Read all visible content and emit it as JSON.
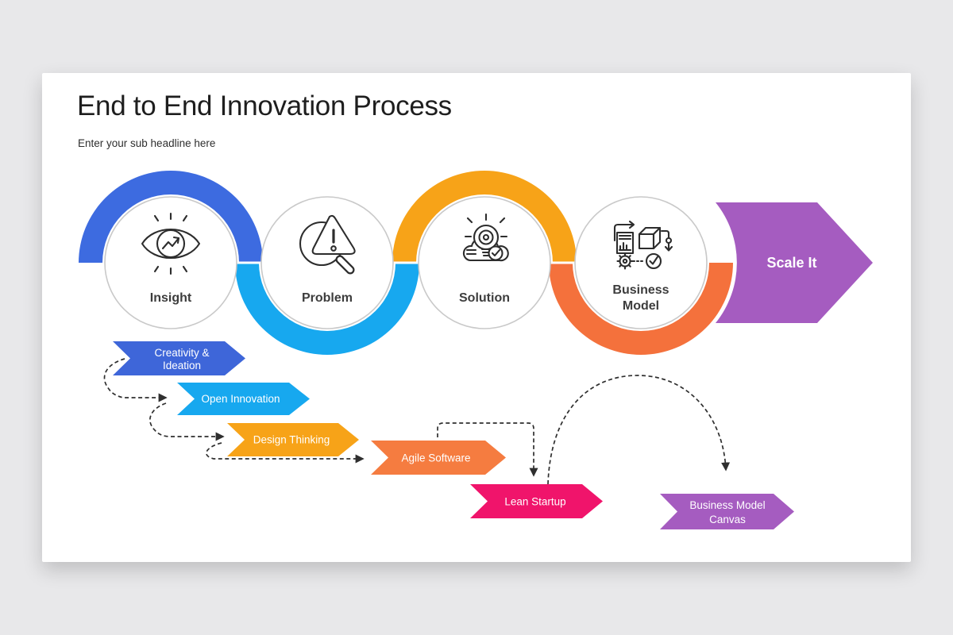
{
  "slide": {
    "title": "End to End Innovation Process",
    "subtitle": "Enter your sub headline here"
  },
  "stages": [
    {
      "label_lines": [
        "Insight"
      ],
      "icon": "insight-eye-trend-icon",
      "arc_color": "#3d6be0",
      "arc_position": "top"
    },
    {
      "label_lines": [
        "Problem"
      ],
      "icon": "problem-magnifier-warning-icon",
      "arc_color": "#17a8ef",
      "arc_position": "bottom"
    },
    {
      "label_lines": [
        "Solution"
      ],
      "icon": "solution-idea-cloud-check-icon",
      "arc_color": "#f7a318",
      "arc_position": "top"
    },
    {
      "label_lines": [
        "Business",
        "Model"
      ],
      "icon": "business-model-cube-gear-check-icon",
      "arc_color": "#f4713c",
      "arc_position": "bottom"
    }
  ],
  "scale_arrow": {
    "label": "Scale It",
    "color": "#a55cc0"
  },
  "banners": [
    {
      "lines": [
        "Creativity &",
        "Ideation"
      ],
      "color": "#3e66d9"
    },
    {
      "lines": [
        "Open Innovation"
      ],
      "color": "#17a8ef"
    },
    {
      "lines": [
        "Design Thinking"
      ],
      "color": "#f7a318"
    },
    {
      "lines": [
        "Agile Software"
      ],
      "color": "#f57c40"
    },
    {
      "lines": [
        "Lean Startup"
      ],
      "color": "#f0146b"
    },
    {
      "lines": [
        "Business Model",
        "Canvas"
      ],
      "color": "#a55cc0"
    }
  ],
  "connectors": [
    {
      "from": "Creativity & Ideation",
      "to": "Open Innovation"
    },
    {
      "from": "Open Innovation",
      "to": "Design Thinking"
    },
    {
      "from": "Design Thinking",
      "to": "Agile Software"
    },
    {
      "from": "Agile Software",
      "to": "Lean Startup"
    },
    {
      "from": "Lean Startup",
      "to": "Business Model Canvas"
    }
  ]
}
